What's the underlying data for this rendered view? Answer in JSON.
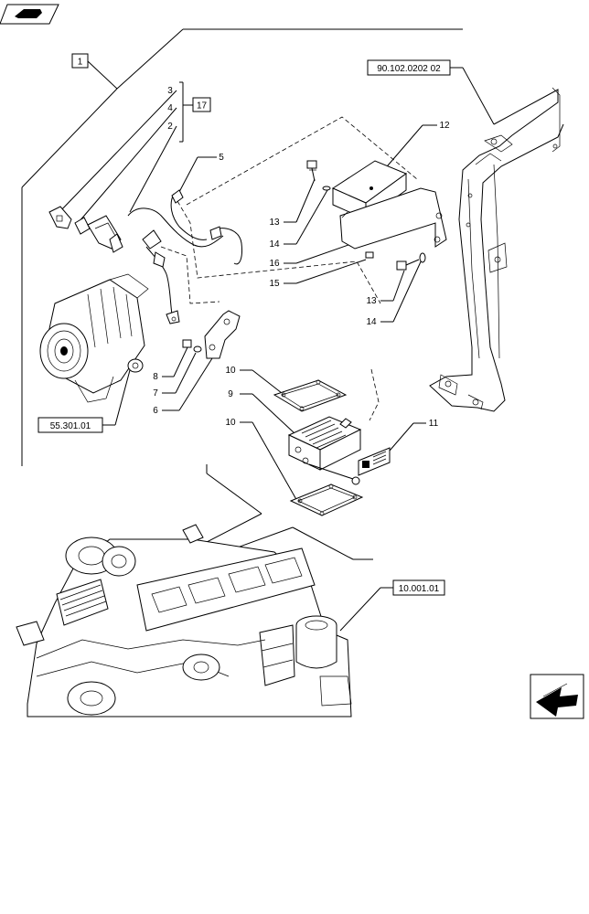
{
  "callouts": {
    "c1": "1",
    "c17": "17",
    "c3": "3",
    "c4": "4",
    "c2": "2",
    "c5": "5",
    "c12": "12",
    "c13a": "13",
    "c14a": "14",
    "c16": "16",
    "c15": "15",
    "c13b": "13",
    "c14b": "14",
    "c8": "8",
    "c7": "7",
    "c6": "6",
    "c10a": "10",
    "c9": "9",
    "c10b": "10",
    "c11": "11"
  },
  "refs": {
    "frame_ref": "90.102.0202 02",
    "alternator_ref": "55.301.01",
    "engine_ref": "10.001.01"
  },
  "icons": {
    "top_left": "parts-catalog-icon",
    "bottom_right": "next-page-arrow-icon"
  }
}
